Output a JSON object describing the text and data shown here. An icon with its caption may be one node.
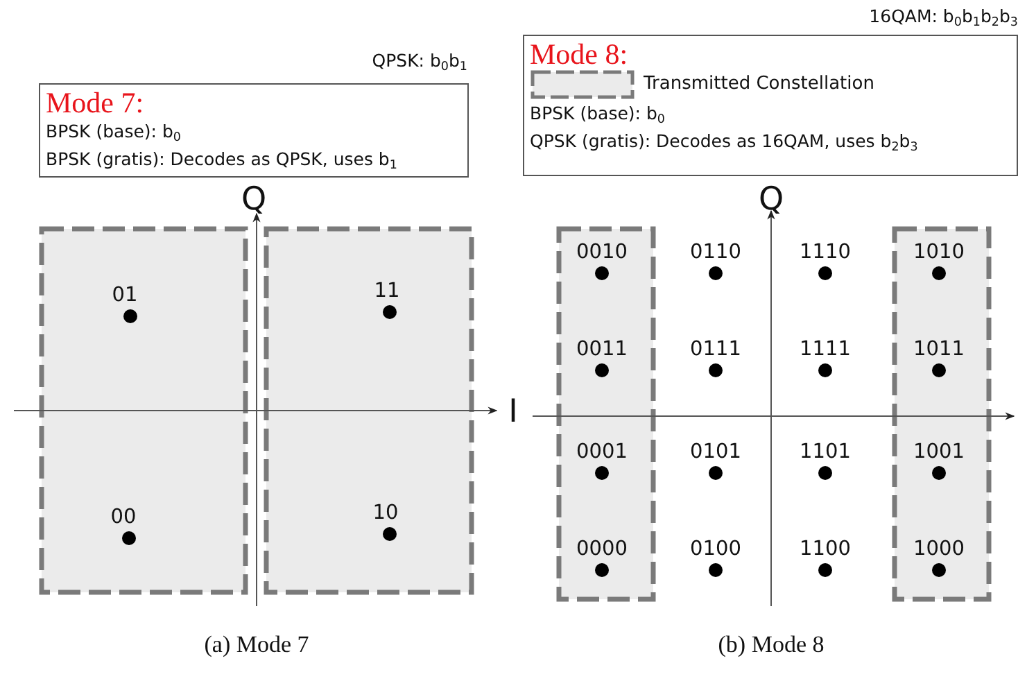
{
  "diagram": {
    "nodes": [
      {
        "text": [
          "Mode 7:",
          "BPSK (base): b$_{0}$",
          "BPSK (gratis): Decodes as QPSK, uses b$_{1}$"
        ]
      },
      {
        "text": [
          "Mode 8:",
          "BPSK (base): b$_{0}$",
          "QPSK (gratis): Decodes as 16QAM, uses b$_{2}$b$_{3}$"
        ]
      }
    ],
    "edges": [],
    "labels": [
      "QPSK: b$_{0}$b$_{1}$",
      "Q",
      "I",
      "01",
      "11",
      "00",
      "10",
      "16QAM: b$_{0}$b$_{1}$b$_{2}$b$_{3}$",
      "Q",
      "0010",
      "0110",
      "1110",
      "1010",
      "0011",
      "0111",
      "1111",
      "1011",
      "0001",
      "0101",
      "1101",
      "1001",
      "0000",
      "0100",
      "1100",
      "1000",
      "(a) Mode 7",
      "(b) Mode 8"
    ],
    "legend": [
      {
        "text": "Transmitted Constellation"
      }
    ]
  }
}
